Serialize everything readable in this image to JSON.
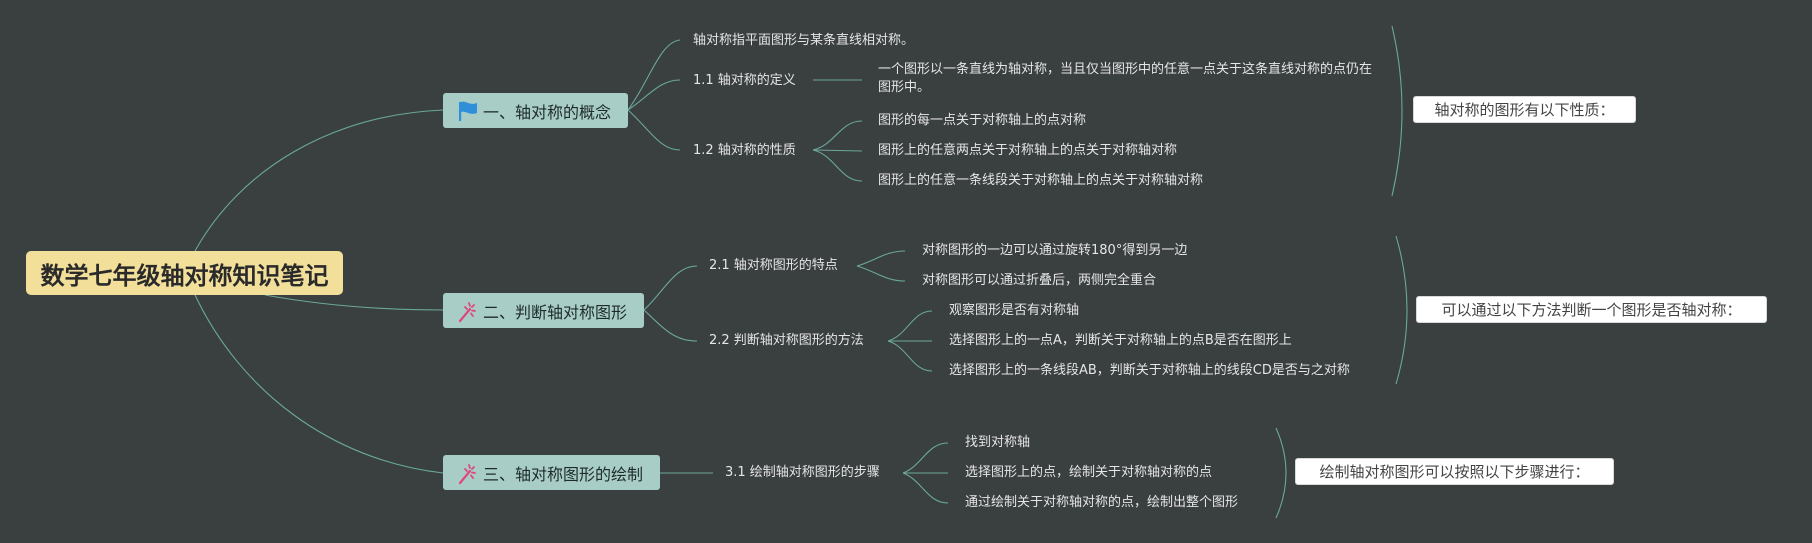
{
  "root": {
    "label": "数学七年级轴对称知识笔记"
  },
  "topics": [
    {
      "label": "一、轴对称的概念",
      "icon": "blue-flag-icon",
      "intro": "轴对称指平面图形与某条直线相对称。",
      "subs": [
        {
          "label": "1.1 轴对称的定义",
          "leaves": [
            "一个图形以一条直线为轴对称，当且仅当图形中的任意一点关于这条直线对称的点仍在图形中。"
          ]
        },
        {
          "label": "1.2 轴对称的性质",
          "leaves": [
            "图形的每一点关于对称轴上的点对称",
            "图形上的任意两点关于对称轴上的点关于对称轴对称",
            "图形上的任意一条线段关于对称轴上的点关于对称轴对称"
          ]
        }
      ],
      "callout": "轴对称的图形有以下性质："
    },
    {
      "label": "二、判断轴对称图形",
      "icon": "sparkle-icon",
      "subs": [
        {
          "label": "2.1 轴对称图形的特点",
          "leaves": [
            "对称图形的一边可以通过旋转180°得到另一边",
            "对称图形可以通过折叠后，两侧完全重合"
          ]
        },
        {
          "label": "2.2 判断轴对称图形的方法",
          "leaves": [
            "观察图形是否有对称轴",
            "选择图形上的一点A，判断关于对称轴上的点B是否在图形上",
            "选择图形上的一条线段AB，判断关于对称轴上的线段CD是否与之对称"
          ]
        }
      ],
      "callout": "可以通过以下方法判断一个图形是否轴对称："
    },
    {
      "label": "三、轴对称图形的绘制",
      "icon": "sparkle-icon",
      "subs": [
        {
          "label": "3.1 绘制轴对称图形的步骤",
          "leaves": [
            "找到对称轴",
            "选择图形上的点，绘制关于对称轴对称的点",
            "通过绘制关于对称轴对称的点，绘制出整个图形"
          ]
        }
      ],
      "callout": "绘制轴对称图形可以按照以下步骤进行："
    }
  ],
  "colors": {
    "background": "#3a3f40",
    "root": "#f2df9a",
    "topic": "#a8cdc6",
    "connector": "#6aa89a",
    "flag": "#2f8fd8",
    "sparkle": "#e0457b"
  }
}
